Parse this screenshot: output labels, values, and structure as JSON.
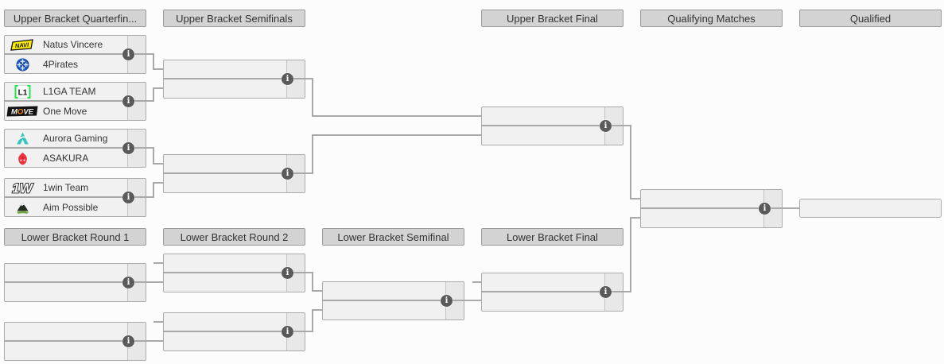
{
  "page": {
    "title": "Tournament Bracket"
  },
  "colors": {
    "header_bg": "#d3d3d3",
    "header_border": "#9c9c9c",
    "match_bg": "#f1f1f1",
    "match_border": "#ababab",
    "score_bg": "#e8e8e8",
    "score_border": "#c4c4c4",
    "divider": "#a9a9a9",
    "connector": "#a9a9a9",
    "info_icon_bg": "#5a5a5a",
    "info_icon_fg": "#ffffff",
    "text": "#333333",
    "page_bg": "#fcfcfc",
    "navi_yellow": "#ffee00",
    "pirates_blue": "#1d66d6",
    "l1ga_green": "#29e14d",
    "onemove_orange": "#ff8a00",
    "aurora_teal": "#38c4bf",
    "asakura_red": "#ec3540",
    "aim_green": "#71a83d"
  },
  "info_icon_glyph": "i",
  "upper": {
    "rounds": [
      {
        "label": "Upper Bracket Quarterfin...",
        "matches": [
          {
            "slots": [
              {
                "name": "Natus Vincere",
                "logo": "navi-logo",
                "score": ""
              },
              {
                "name": "4Pirates",
                "logo": "4pirates-logo",
                "score": ""
              }
            ]
          },
          {
            "slots": [
              {
                "name": "L1GA TEAM",
                "logo": "l1ga-logo",
                "score": ""
              },
              {
                "name": "One Move",
                "logo": "onemove-logo",
                "score": ""
              }
            ]
          },
          {
            "slots": [
              {
                "name": "Aurora Gaming",
                "logo": "aurora-logo",
                "score": ""
              },
              {
                "name": "ASAKURA",
                "logo": "asakura-logo",
                "score": ""
              }
            ]
          },
          {
            "slots": [
              {
                "name": "1win Team",
                "logo": "1win-logo",
                "score": ""
              },
              {
                "name": "Aim Possible",
                "logo": "aimpossible-logo",
                "score": ""
              }
            ]
          }
        ]
      },
      {
        "label": "Upper Bracket Semifinals",
        "matches": [
          {
            "slots": [
              {
                "name": "",
                "logo": null,
                "score": ""
              },
              {
                "name": "",
                "logo": null,
                "score": ""
              }
            ]
          },
          {
            "slots": [
              {
                "name": "",
                "logo": null,
                "score": ""
              },
              {
                "name": "",
                "logo": null,
                "score": ""
              }
            ]
          }
        ]
      },
      {
        "label": "Upper Bracket Final",
        "matches": [
          {
            "slots": [
              {
                "name": "",
                "logo": null,
                "score": ""
              },
              {
                "name": "",
                "logo": null,
                "score": ""
              }
            ]
          }
        ]
      }
    ]
  },
  "qualifying": {
    "label": "Qualifying Matches",
    "matches": [
      {
        "slots": [
          {
            "name": "",
            "logo": null,
            "score": ""
          },
          {
            "name": "",
            "logo": null,
            "score": ""
          }
        ]
      }
    ]
  },
  "qualified": {
    "label": "Qualified",
    "slots": [
      {
        "name": "",
        "logo": null
      }
    ]
  },
  "lower": {
    "rounds": [
      {
        "label": "Lower Bracket Round 1",
        "matches": [
          {
            "slots": [
              {
                "name": "",
                "logo": null,
                "score": ""
              },
              {
                "name": "",
                "logo": null,
                "score": ""
              }
            ]
          },
          {
            "slots": [
              {
                "name": "",
                "logo": null,
                "score": ""
              },
              {
                "name": "",
                "logo": null,
                "score": ""
              }
            ]
          }
        ]
      },
      {
        "label": "Lower Bracket Round 2",
        "matches": [
          {
            "slots": [
              {
                "name": "",
                "logo": null,
                "score": ""
              },
              {
                "name": "",
                "logo": null,
                "score": ""
              }
            ]
          },
          {
            "slots": [
              {
                "name": "",
                "logo": null,
                "score": ""
              },
              {
                "name": "",
                "logo": null,
                "score": ""
              }
            ]
          }
        ]
      },
      {
        "label": "Lower Bracket Semifinal",
        "matches": [
          {
            "slots": [
              {
                "name": "",
                "logo": null,
                "score": ""
              },
              {
                "name": "",
                "logo": null,
                "score": ""
              }
            ]
          }
        ]
      },
      {
        "label": "Lower Bracket Final",
        "matches": [
          {
            "slots": [
              {
                "name": "",
                "logo": null,
                "score": ""
              },
              {
                "name": "",
                "logo": null,
                "score": ""
              }
            ]
          }
        ]
      }
    ]
  }
}
